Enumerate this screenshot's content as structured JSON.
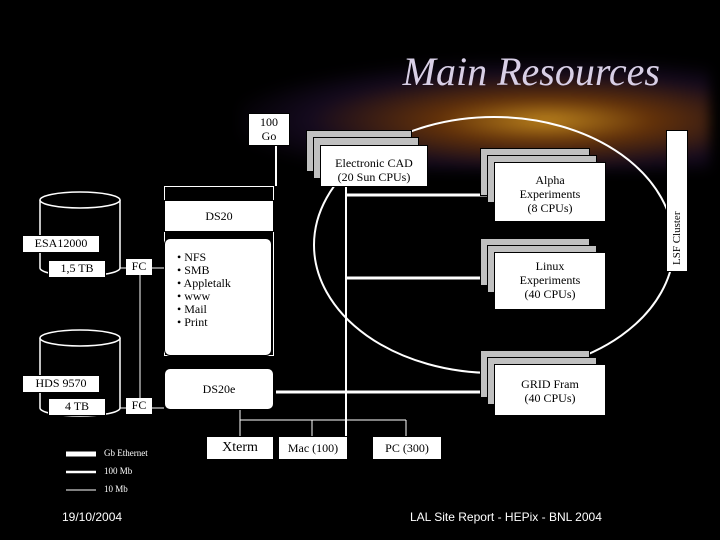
{
  "title": "Main Resources",
  "badge": {
    "line1": "100",
    "line2": "Go"
  },
  "cad": {
    "line1": "Electronic CAD",
    "line2": "(20 Sun CPUs)"
  },
  "alpha": {
    "line1": "Alpha",
    "line2": "Experiments",
    "line3": "(8 CPUs)"
  },
  "linux": {
    "line1": "Linux",
    "line2": "Experiments",
    "line3": "(40 CPUs)"
  },
  "grid": {
    "line1": "GRID Fram",
    "line2": "(40 CPUs)"
  },
  "lsf": "LSF Cluster",
  "ds20": {
    "label": "DS20",
    "services": [
      "• NFS",
      "• SMB",
      "• Appletalk",
      "• www",
      "• Mail",
      "• Print"
    ]
  },
  "ds20e": "DS20e",
  "esa": {
    "name": "ESA12000",
    "capacity": "1,5 TB",
    "link": "FC"
  },
  "hds": {
    "name": "HDS 9570",
    "capacity": "4 TB",
    "link": "FC"
  },
  "clients": {
    "xterm": "Xterm",
    "mac": "Mac (100)",
    "pc": "PC (300)"
  },
  "legend": {
    "gb": "Gb Ethernet",
    "mb100": "100 Mb",
    "mb10": "10 Mb"
  },
  "footer": {
    "date": "19/10/2004",
    "report": "LAL Site Report - HEPix - BNL 2004"
  }
}
